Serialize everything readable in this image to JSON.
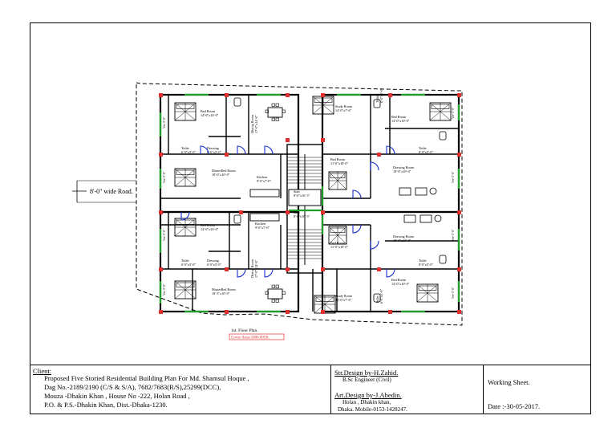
{
  "drawing": {
    "road_label": "8'-0\" wide Road.",
    "floor_plan_title": "1st. Floor Plan.",
    "covered_area": "Cover Area-1806.00Sft.",
    "rooms": [
      {
        "id": "bed1",
        "name": "Bed Room",
        "size": "14'-6\"x10'-0\""
      },
      {
        "id": "toilet1",
        "name": "Toilet",
        "size": "6'-0\"x5'-0\""
      },
      {
        "id": "dress1",
        "name": "Dressing",
        "size": "6'-0\"x5'-0\""
      },
      {
        "id": "dining1",
        "name": "Dining Room",
        "size": "17'-0\"x14'-6\""
      },
      {
        "id": "study1",
        "name": "Study Room",
        "size": "14'-0\"x7'-6\""
      },
      {
        "id": "toilet2",
        "name": "Toilet",
        "size": "6'-0\"x5'-0\""
      },
      {
        "id": "bed2",
        "name": "Bed Room",
        "size": "14'-0\"x10'-0\""
      },
      {
        "id": "toilet3",
        "name": "Toilet",
        "size": "8'-0\"x5'-0\""
      },
      {
        "id": "master1",
        "name": "MasterBed Room",
        "size": "18'-0\"x10'-0\""
      },
      {
        "id": "kitchen1",
        "name": "Kitchen",
        "size": "9'-0\"x7'-0\""
      },
      {
        "id": "bed3",
        "name": "Bed Room",
        "size": "11'-0\"x10'-0\""
      },
      {
        "id": "drawing1",
        "name": "Drawing Room",
        "size": "18'-0\"x10'-0\""
      },
      {
        "id": "stair1",
        "name": "Stair",
        "size": "8'-0\"x16'-3\""
      },
      {
        "id": "stair2",
        "name": "Stair",
        "size": "8'-0\"x16'-3\""
      },
      {
        "id": "bed4",
        "name": "Bed Room",
        "size": "14'-6\"x10'-0\""
      },
      {
        "id": "kitchen2",
        "name": "Kitchen",
        "size": "9'-0\"x7'-0\""
      },
      {
        "id": "drawing2",
        "name": "Drawing Room",
        "size": "18'-0\"x10'-0\""
      },
      {
        "id": "bed5",
        "name": "Bed Room",
        "size": "11'-0\"x10'-0\""
      },
      {
        "id": "toilet4",
        "name": "Toilet",
        "size": "8'-0\"x5'-0\""
      },
      {
        "id": "toilet5",
        "name": "Toilet",
        "size": "6'-0\"x5'-0\""
      },
      {
        "id": "dress2",
        "name": "Dressing",
        "size": "6'-0\"x5'-0\""
      },
      {
        "id": "dining2",
        "name": "Dining Room",
        "size": "17'-0\"x14'-6\""
      },
      {
        "id": "bed6",
        "name": "Bed Room",
        "size": "14'-0\"x10'-0\""
      },
      {
        "id": "master2",
        "name": "MasterBed Room",
        "size": "18'-3\"x10'-0\""
      },
      {
        "id": "study2",
        "name": "Study Room",
        "size": "14'-0\"x7'-6\""
      },
      {
        "id": "toilet6",
        "name": "Toilet",
        "size": "6'-0\"x5'-0\""
      }
    ],
    "verandas": [
      "Ver-3'-0\"",
      "Ver-3'-0\"",
      "Ver-3'-0\"",
      "Ver-3'-0\"",
      "Ver-3'-0\"",
      "Ver-3'-0\"",
      "Ver-3'-0\"",
      "Ver-3'-0\""
    ]
  },
  "title_block": {
    "client_heading": "Client:",
    "client_lines": [
      "Proposed Five Storied Residential Building Plan For Md. Shamsul Hoque ,",
      "Dag No.-2189/2190 (C/S & S/A), 7682/7683(R/S),25299(DCC),",
      "Mouza -Dhakin Khan , House No -222, Holan  Road ,",
      "P.O. & P.S.-Dhakin Khan, Dist.-Dhaka-1230."
    ],
    "str_design": "Str.Design by-H.Zahid.",
    "str_qual": "B.Sc Engineer (Civil)",
    "art_design": "Art.Design by-J.Abedin.",
    "art_addr": "Holan , Dhakin khan,",
    "art_contact": "Dhaka. Mobile-0153-1428247.",
    "status": "Working Sheet.",
    "date": "Date :-30-05-2017."
  },
  "colors": {
    "wall": "#000000",
    "column": "#e03030",
    "door": "#1a2fd0",
    "window": "#1f9e2a",
    "dim": "#000000"
  }
}
